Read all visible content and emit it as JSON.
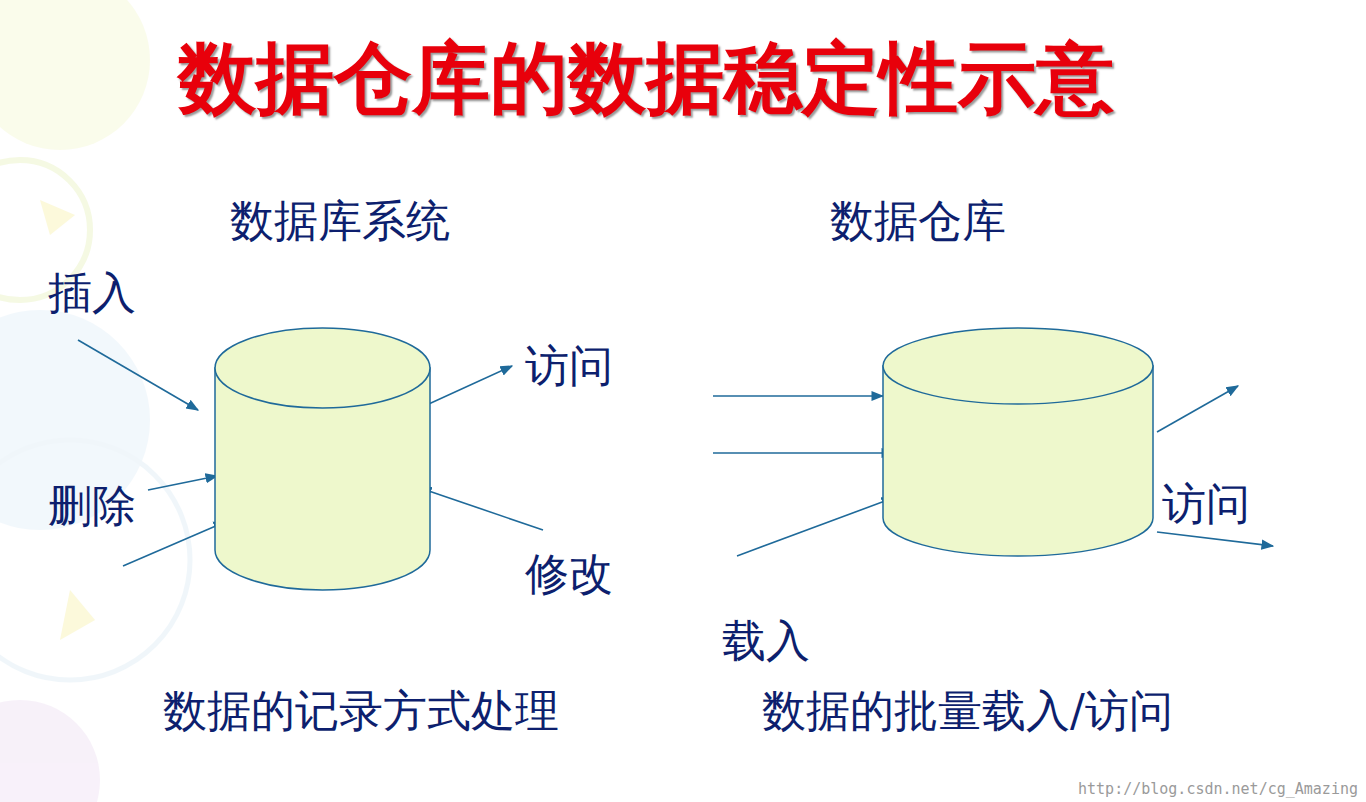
{
  "diagram": {
    "title": "数据仓库的数据稳定性示意",
    "nodes": [
      {
        "text": [
          "数据库系统"
        ]
      },
      {
        "text": [
          "数据仓库"
        ]
      }
    ],
    "labels": [
      "插入",
      "删除",
      "访问",
      "修改",
      "访问",
      "载入",
      "数据的记录方式处理",
      "数据的批量载入/访问",
      "http://blog.csdn.net/cg_Amazing"
    ]
  }
}
